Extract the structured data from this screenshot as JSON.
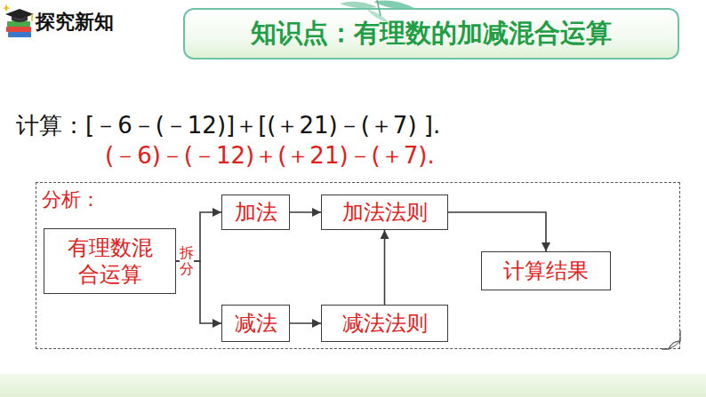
{
  "diagram": {
    "title": "知识点：有理数的加减混合运算",
    "nodes": [
      {
        "text": [
          "分析："
        ]
      },
      {
        "text": [
          "有理数混合运算"
        ],
        "in": 0
      },
      {
        "text": [
          "加法"
        ],
        "in": 0
      },
      {
        "text": [
          "加法法则"
        ],
        "in": 0
      },
      {
        "text": [
          "计算结果"
        ],
        "in": 0
      },
      {
        "text": [
          "减法"
        ],
        "in": 0
      },
      {
        "text": [
          "减法法则"
        ],
        "in": 0
      }
    ],
    "edges": [
      {
        "from": 1,
        "to": 2,
        "arrow": "to"
      },
      {
        "from": 1,
        "to": 5,
        "arrow": "to"
      },
      {
        "from": 2,
        "to": 3,
        "arrow": "to"
      },
      {
        "from": 5,
        "to": 6,
        "arrow": "to"
      },
      {
        "from": 6,
        "to": 3,
        "arrow": "to"
      },
      {
        "from": 3,
        "to": 4,
        "arrow": "to"
      }
    ],
    "labels": [
      "探究新知",
      "计算：[－6－(－12)]＋[(＋21)－(＋7) ].",
      "(－6)－(－12)＋(＋21)－(＋7).",
      "拆分"
    ]
  }
}
